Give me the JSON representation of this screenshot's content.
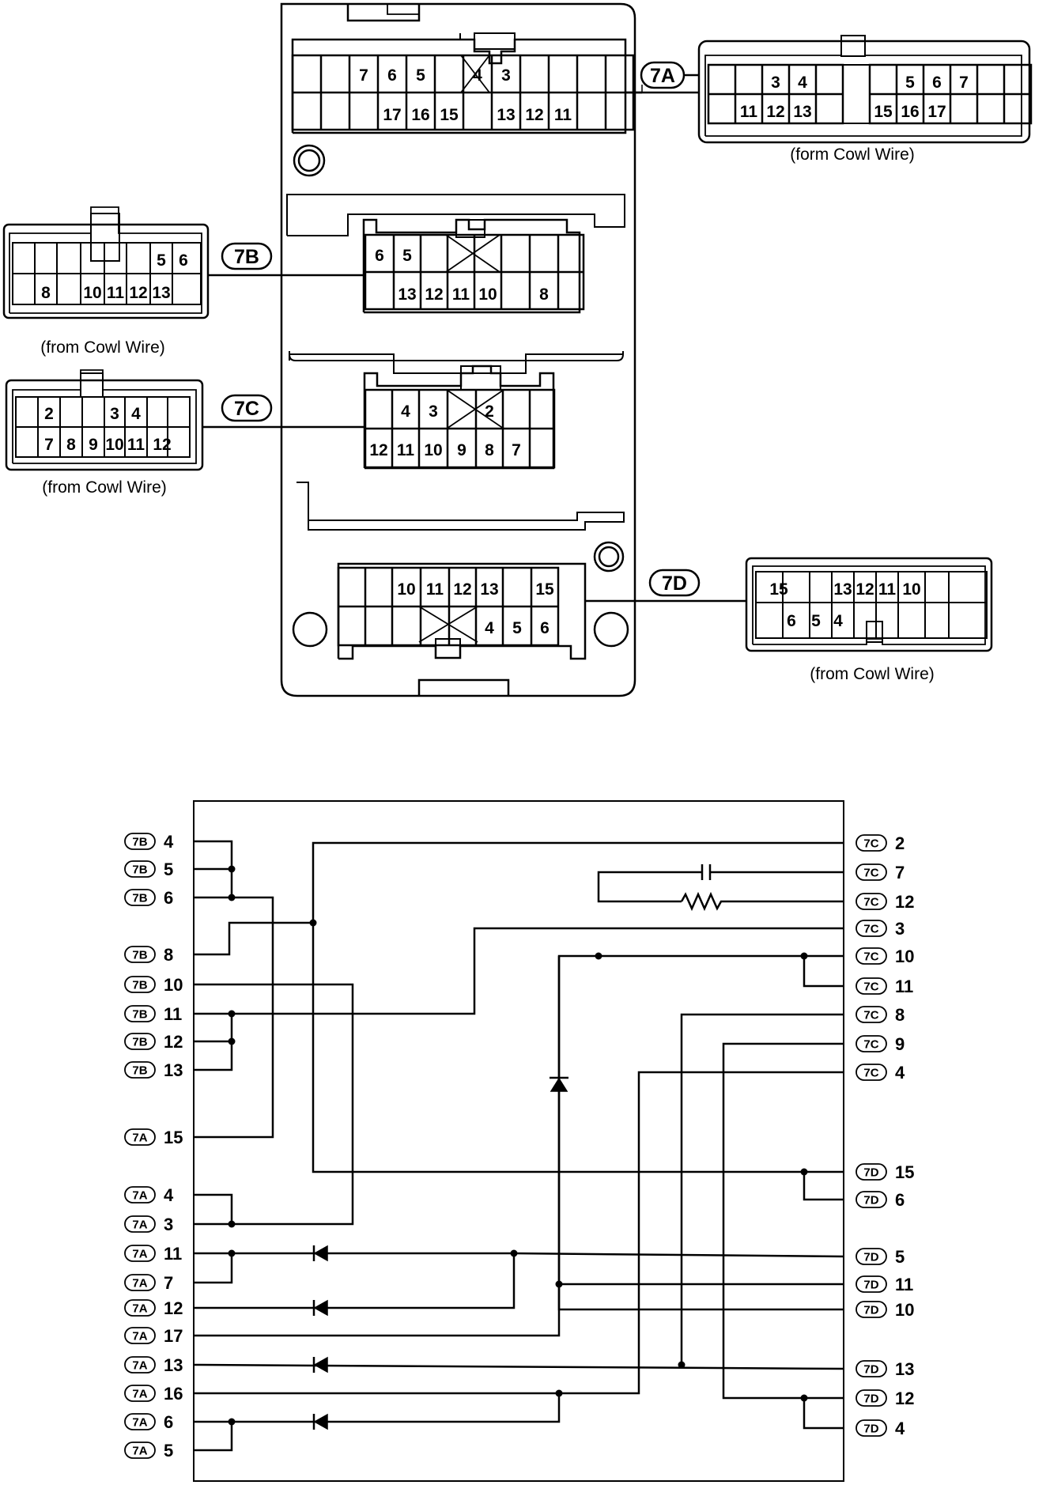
{
  "connectors": {
    "c7a": {
      "tag": "7A",
      "caption": "(form Cowl Wire)",
      "block_top": [
        "7",
        "6",
        "5",
        "4",
        "3"
      ],
      "block_bottom": [
        "17",
        "16",
        "15",
        "13",
        "12",
        "11"
      ],
      "mate_top": [
        "3",
        "4",
        "5",
        "6",
        "7"
      ],
      "mate_bottom": [
        "11",
        "12",
        "13",
        "15",
        "16",
        "17"
      ]
    },
    "c7b": {
      "tag": "7B",
      "caption": "(from Cowl Wire)",
      "block_top": [
        "6",
        "5"
      ],
      "block_bottom": [
        "13",
        "12",
        "11",
        "10",
        "8"
      ],
      "mate_top": [
        "5",
        "6"
      ],
      "mate_bottom": [
        "8",
        "10",
        "11",
        "12",
        "13"
      ]
    },
    "c7c": {
      "tag": "7C",
      "caption": "(from Cowl Wire)",
      "block_top": [
        "4",
        "3",
        "2"
      ],
      "block_bottom": [
        "12",
        "11",
        "10",
        "9",
        "8",
        "7"
      ],
      "mate_top": [
        "2",
        "3",
        "4"
      ],
      "mate_bottom": [
        "7",
        "8",
        "9",
        "10",
        "11",
        "12"
      ]
    },
    "c7d": {
      "tag": "7D",
      "caption": "(from Cowl Wire)",
      "block_top": [
        "10",
        "11",
        "12",
        "13",
        "15"
      ],
      "block_bottom": [
        "4",
        "5",
        "6"
      ],
      "mate_top": [
        "15",
        "13",
        "12",
        "11",
        "10"
      ],
      "mate_bottom": [
        "6",
        "5",
        "4"
      ]
    }
  },
  "schematic": {
    "left_terminals": [
      {
        "conn": "7B",
        "pin": "4"
      },
      {
        "conn": "7B",
        "pin": "5"
      },
      {
        "conn": "7B",
        "pin": "6"
      },
      {
        "conn": "7B",
        "pin": "8"
      },
      {
        "conn": "7B",
        "pin": "10"
      },
      {
        "conn": "7B",
        "pin": "11"
      },
      {
        "conn": "7B",
        "pin": "12"
      },
      {
        "conn": "7B",
        "pin": "13"
      },
      {
        "conn": "7A",
        "pin": "15"
      },
      {
        "conn": "7A",
        "pin": "4"
      },
      {
        "conn": "7A",
        "pin": "3"
      },
      {
        "conn": "7A",
        "pin": "11"
      },
      {
        "conn": "7A",
        "pin": "7"
      },
      {
        "conn": "7A",
        "pin": "12"
      },
      {
        "conn": "7A",
        "pin": "17"
      },
      {
        "conn": "7A",
        "pin": "13"
      },
      {
        "conn": "7A",
        "pin": "16"
      },
      {
        "conn": "7A",
        "pin": "6"
      },
      {
        "conn": "7A",
        "pin": "5"
      }
    ],
    "right_terminals": [
      {
        "conn": "7C",
        "pin": "2"
      },
      {
        "conn": "7C",
        "pin": "7"
      },
      {
        "conn": "7C",
        "pin": "12"
      },
      {
        "conn": "7C",
        "pin": "3"
      },
      {
        "conn": "7C",
        "pin": "10"
      },
      {
        "conn": "7C",
        "pin": "11"
      },
      {
        "conn": "7C",
        "pin": "8"
      },
      {
        "conn": "7C",
        "pin": "9"
      },
      {
        "conn": "7C",
        "pin": "4"
      },
      {
        "conn": "7D",
        "pin": "15"
      },
      {
        "conn": "7D",
        "pin": "6"
      },
      {
        "conn": "7D",
        "pin": "5"
      },
      {
        "conn": "7D",
        "pin": "11"
      },
      {
        "conn": "7D",
        "pin": "10"
      },
      {
        "conn": "7D",
        "pin": "13"
      },
      {
        "conn": "7D",
        "pin": "12"
      },
      {
        "conn": "7D",
        "pin": "4"
      }
    ]
  },
  "colors": {
    "ink": "#000000",
    "paper": "#ffffff"
  }
}
